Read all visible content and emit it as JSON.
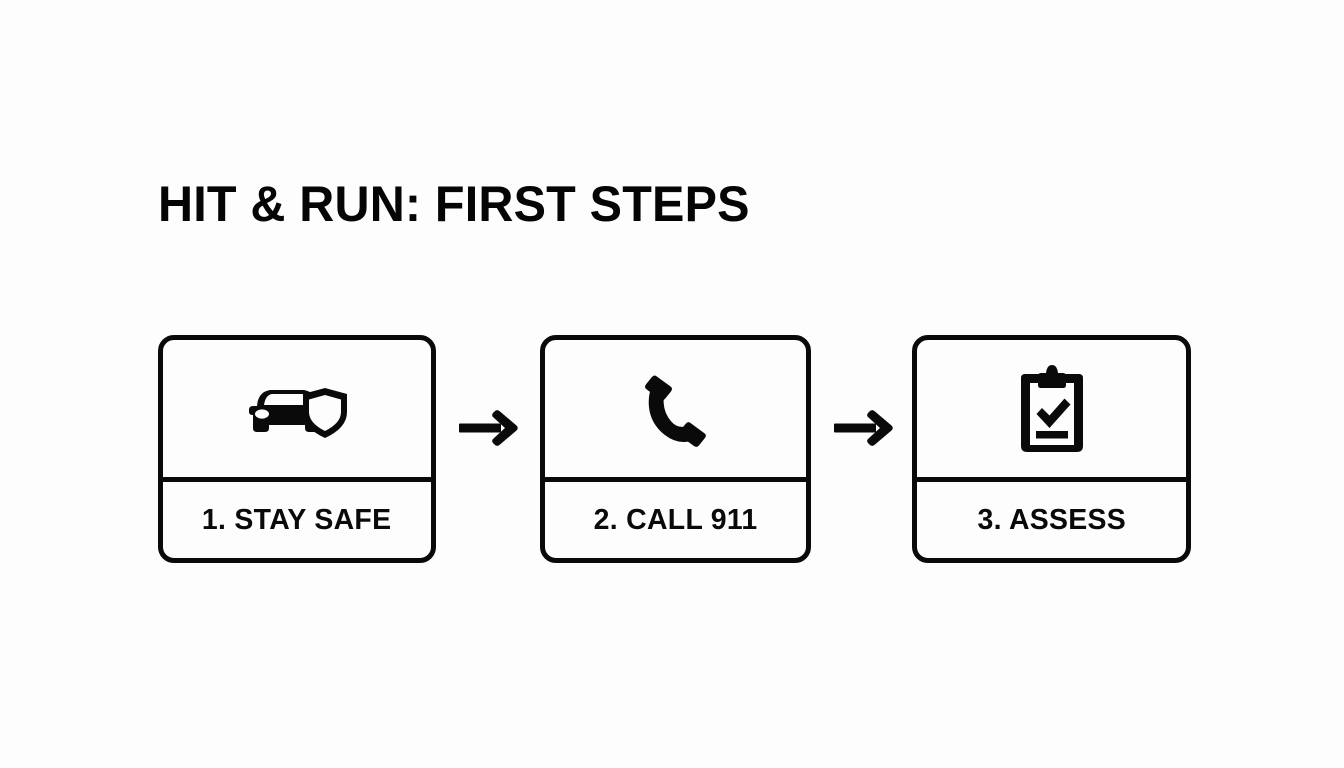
{
  "page": {
    "title": "HIT & RUN: FIRST STEPS",
    "background_color": "#fdfdfd",
    "ink_color": "#0a0a0a"
  },
  "steps": [
    {
      "number": "1",
      "label": "1. STAY SAFE",
      "icon": "car-shield-icon"
    },
    {
      "number": "2",
      "label": "2. CALL 911",
      "icon": "phone-handset-icon"
    },
    {
      "number": "3",
      "label": "3. ASSESS",
      "icon": "clipboard-check-icon"
    }
  ],
  "connectors": [
    {
      "icon": "arrow-right-icon"
    },
    {
      "icon": "arrow-right-icon"
    }
  ]
}
